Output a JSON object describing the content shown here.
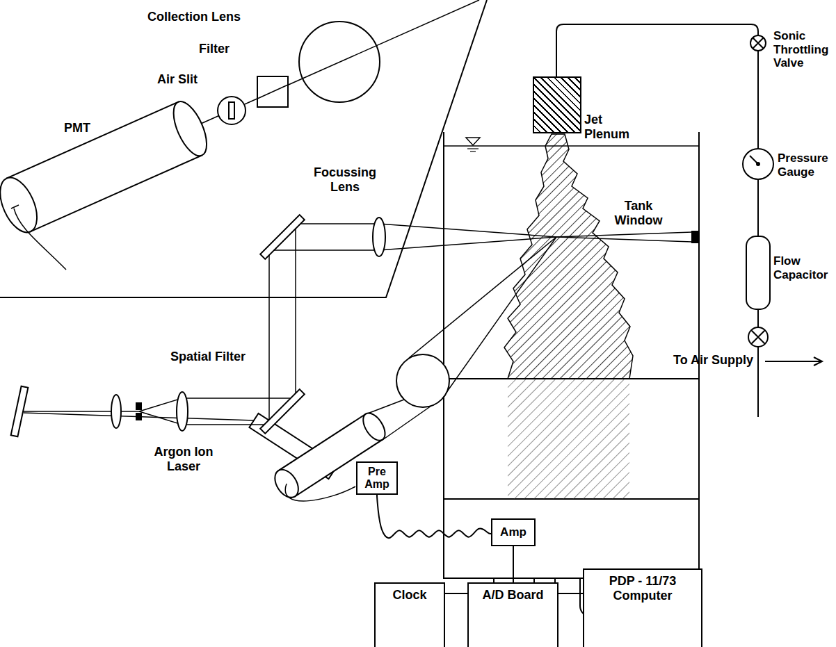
{
  "diagram": {
    "nodes": [
      {
        "text": [
          "Jet Plenum"
        ]
      },
      {
        "text": [
          "Pre Amp"
        ]
      },
      {
        "text": [
          "Amp"
        ]
      },
      {
        "text": [
          "Clock"
        ]
      },
      {
        "text": [
          "A/D Board"
        ]
      },
      {
        "text": [
          "PDP - 11/73 Computer"
        ]
      }
    ],
    "edges": [
      {
        "from": 1,
        "to": 2,
        "arrow": "none"
      },
      {
        "from": 2,
        "to": 4,
        "arrow": "none"
      },
      {
        "from": 3,
        "to": 4,
        "arrow": "none"
      },
      {
        "from": 4,
        "to": 5,
        "arrow": "none"
      }
    ],
    "labels": [
      "Collection Lens",
      "Filter",
      "Air Slit",
      "PMT",
      "Focussing Lens",
      "Tank Window",
      "Spatial Filter",
      "Argon Ion Laser",
      "Sonic Throttling Valve",
      "Pressure Gauge",
      "Flow Capacitor",
      "To Air Supply"
    ]
  }
}
